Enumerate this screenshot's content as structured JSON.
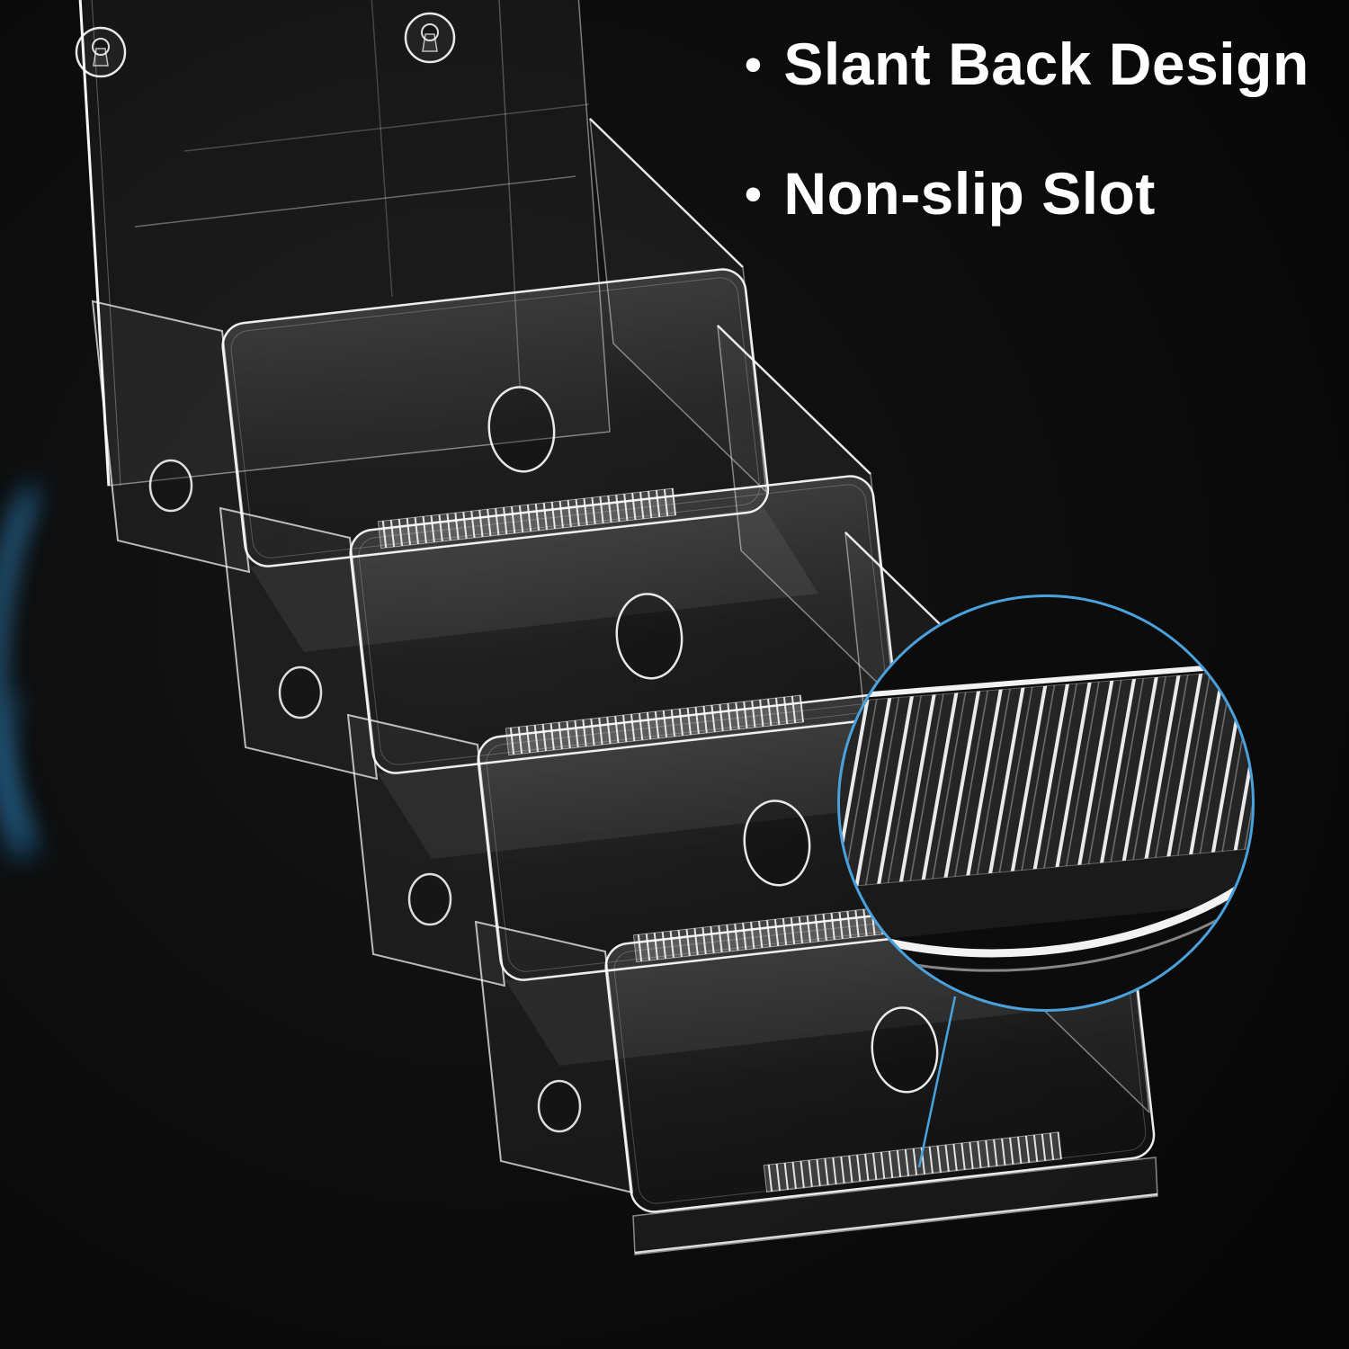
{
  "figure": {
    "description": "Clear acrylic 4-tier slant-back brochure holder photographed on a black background",
    "tiers": 4
  },
  "annotations": {
    "bullet_char": "•",
    "bullets": [
      {
        "label": "Slant Back Design"
      },
      {
        "label": "Non-slip Slot"
      }
    ]
  },
  "callout": {
    "shape": "circle",
    "shows": "zoomed detail of the non-slip ridged slot",
    "ring_color": "#4aa2dc"
  },
  "colors": {
    "background": "#0a0a0a",
    "text": "#ffffff",
    "accent_blue": "#4aa2dc",
    "acrylic_edge": "#ffffff"
  }
}
